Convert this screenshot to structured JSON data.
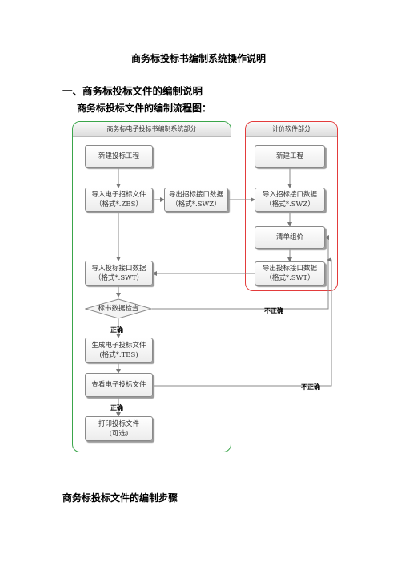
{
  "doc": {
    "title": "商务标投标书编制系统操作说明",
    "section1": "一、商务标投标文件的编制说明",
    "flow_heading": "商务标投标文件的编制流程图：",
    "section2": "商务标投标文件的编制步骤"
  },
  "flowchart": {
    "group_left": "商务标电子投标书编制系统部分",
    "group_right": "计价软件部分",
    "nodes": {
      "new_project": "新建投标工程",
      "import_bid_1": "导入电子招标文件",
      "import_bid_2": "（格式*.ZBS）",
      "export_iface_1": "导出招标接口数据",
      "export_iface_2": "（格式*.SWZ）",
      "new_proj_r": "新建工程",
      "import_iface_1": "导入招标接口数据",
      "import_iface_2": "（格式*.SWZ）",
      "pricing": "清单组价",
      "export_tender_1": "导出投标接口数据",
      "export_tender_2": "（格式*.SWT）",
      "import_tender_1": "导入投标接口数据",
      "import_tender_2": "（格式*.SWT）",
      "check": "标书数据检查",
      "generate_1": "生成电子投标文件",
      "generate_2": "(格式*.TBS)",
      "view": "查看电子投标文件",
      "print_1": "打印投标文件",
      "print_2": "(可选)"
    },
    "labels": {
      "correct_1": "正确",
      "incorrect_1": "不正确",
      "correct_2": "正确",
      "incorrect_2": "不正确"
    }
  }
}
